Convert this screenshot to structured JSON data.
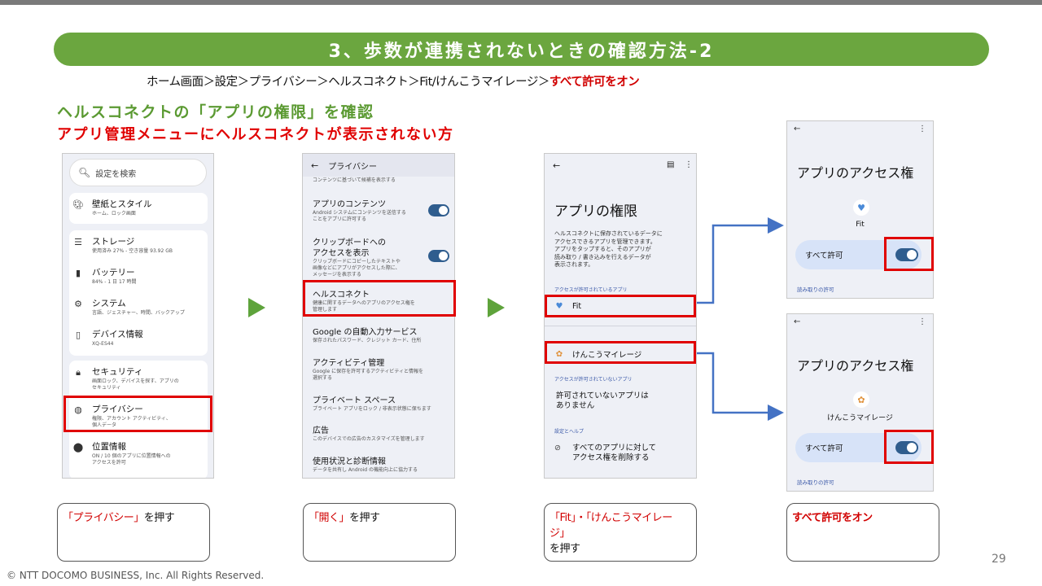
{
  "slide": {
    "title": "3、歩数が連携されないときの確認方法-2",
    "breadcrumb_path": "ホーム画面＞設定＞プライバシー＞ヘルスコネクト＞Fit/けんこうマイレージ＞",
    "breadcrumb_action": "すべて許可をオン",
    "heading": "ヘルスコネクトの「アプリの権限」を確認",
    "subheading": "アプリ管理メニューにヘルスコネクトが表示されない方",
    "page_number": "29",
    "footer": "© NTT DOCOMO BUSINESS, Inc. All Rights Reserved.",
    "accent_green": "#6ba63f",
    "accent_red": "#e00000"
  },
  "phone1": {
    "search_placeholder": "設定を検索",
    "items": [
      {
        "icon": "palette-icon",
        "title": "壁紙とスタイル",
        "sub": "ホーム、ロック画面"
      },
      {
        "icon": "storage-icon",
        "title": "ストレージ",
        "sub": "使用済み 27% - 空き容量 93.92 GB"
      },
      {
        "icon": "battery-icon",
        "title": "バッテリー",
        "sub": "84% - 1 日 17 時間"
      },
      {
        "icon": "gear-icon",
        "title": "システム",
        "sub": "言語、ジェスチャー、時間、バックアップ"
      },
      {
        "icon": "phone-info-icon",
        "title": "デバイス情報",
        "sub": "XQ-ES44"
      },
      {
        "icon": "lock-icon",
        "title": "セキュリティ",
        "sub": "画面ロック、デバイスを探す、アプリの\nセキュリティ"
      },
      {
        "icon": "privacy-icon",
        "title": "プライバシー",
        "sub": "権限、アカウント アクティビティ、\n個人データ"
      },
      {
        "icon": "location-icon",
        "title": "位置情報",
        "sub": "ON / 10 個のアプリに位置情報への\nアクセスを許可"
      }
    ]
  },
  "phone2": {
    "header": "プライバシー",
    "top_cut": "コンテンツに基づいて候補を表示する",
    "items": [
      {
        "title": "アプリのコンテンツ",
        "sub": "Android システムにコンテンツを送信する\nことをアプリに許可する"
      },
      {
        "title": "クリップボードへの\nアクセスを表示",
        "sub": "クリップボードにコピーしたテキストや\n画像などにアプリがアクセスした際に、\nメッセージを表示する"
      },
      {
        "title": "ヘルスコネクト",
        "sub": "健康に関するデータへのアプリのアクセス権を\n管理します"
      },
      {
        "title": "Google の自動入力サービス",
        "sub": "保存されたパスワード、クレジット カード、住所"
      },
      {
        "title": "アクティビティ管理",
        "sub": "Google に保存を許可するアクティビティと情報を\n選択する"
      },
      {
        "title": "プライベート スペース",
        "sub": "プライベート アプリをロック / 非表示状態に保ちます"
      },
      {
        "title": "広告",
        "sub": "このデバイスでの広告のカスタマイズを管理します"
      },
      {
        "title": "使用状況と診断情報",
        "sub": "データを共有し Android の機能向上に協力する"
      }
    ]
  },
  "phone3": {
    "title": "アプリの権限",
    "description": "ヘルスコネクトに保存されているデータに\nアクセスできるアプリを管理できます。\nアプリをタップすると、そのアプリが\n読み取り / 書き込みを行えるデータが\n表示されます。",
    "allowed_label": "アクセスが許可されているアプリ",
    "app_fit": "Fit",
    "app_kenko": "けんこうマイレージ",
    "denied_label": "アクセスが許可されていないアプリ",
    "none_text": "許可されていないアプリは\nありません",
    "help_label": "設定とヘルプ",
    "revoke_text": "すべてのアプリに対して\nアクセス権を削除する"
  },
  "phone4": {
    "title": "アプリのアクセス権",
    "app_name": "Fit",
    "allow_all": "すべて許可",
    "read_label": "読み取りの許可"
  },
  "phone5": {
    "title": "アプリのアクセス権",
    "app_name": "けんこうマイレージ",
    "allow_all": "すべて許可",
    "read_label": "読み取りの許可"
  },
  "captions": {
    "c1_red": "「プライバシー」",
    "c1_rest": "を押す",
    "c2_red": "「開く」",
    "c2_rest": "を押す",
    "c3_red": "「Fit」・「けんこうマイレージ」",
    "c3_rest": "を押す",
    "c4_red": "すべて許可をオン"
  }
}
